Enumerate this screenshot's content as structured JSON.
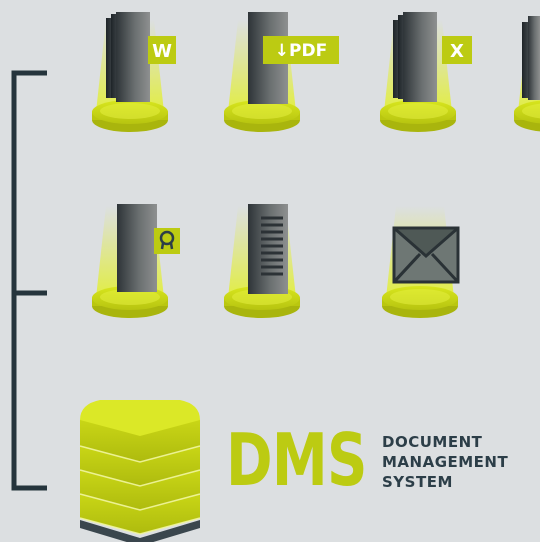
{
  "colors": {
    "background": "#dcdfe1",
    "accent": "#bccb12",
    "bracket": "#25343c",
    "text_dark": "#2c3e48"
  },
  "icons": [
    {
      "name": "word-document-icon",
      "badge": "W"
    },
    {
      "name": "pdf-document-icon",
      "badge": "↓PDF"
    },
    {
      "name": "excel-document-icon",
      "badge": "X"
    },
    {
      "name": "document-stack-icon"
    },
    {
      "name": "certificate-document-icon"
    },
    {
      "name": "text-document-icon"
    },
    {
      "name": "email-envelope-icon"
    },
    {
      "name": "database-icon"
    }
  ],
  "logo": {
    "acronym": "DMS",
    "line1": "DOCUMENT",
    "line2": "MANAGEMENT",
    "line3": "SYSTEM"
  }
}
